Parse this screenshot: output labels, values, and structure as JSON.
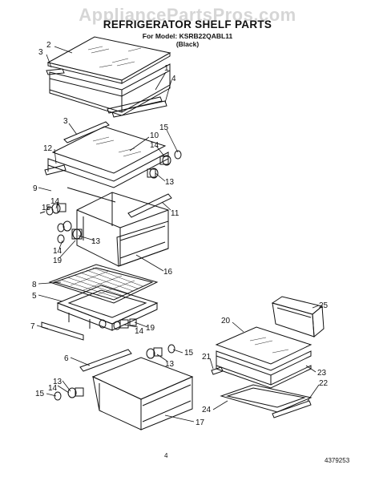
{
  "watermark": "AppliancePartsPros.com",
  "title": "REFRIGERATOR SHELF PARTS",
  "model_line": "For Model: KSRB22QABL11",
  "color_line": "(Black)",
  "page_number": "4",
  "doc_number": "4379253",
  "callouts": [
    "1",
    "2",
    "3",
    "4",
    "3",
    "10",
    "15",
    "14",
    "12",
    "13",
    "9",
    "11",
    "14",
    "15",
    "13",
    "14",
    "19",
    "16",
    "8",
    "5",
    "7",
    "14",
    "19",
    "6",
    "15",
    "13",
    "13",
    "14",
    "15",
    "17",
    "25",
    "20",
    "21",
    "23",
    "22",
    "24"
  ]
}
